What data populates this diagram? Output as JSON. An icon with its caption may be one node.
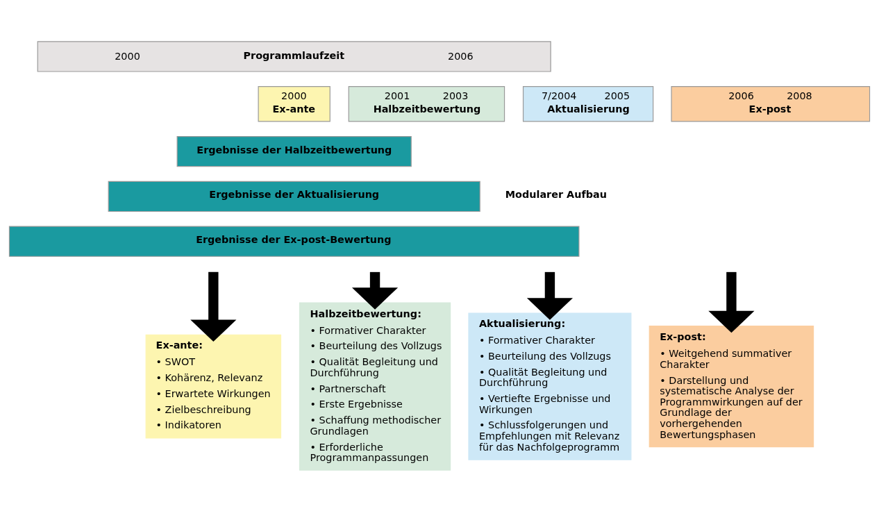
{
  "diagram": {
    "nodes": [
      {
        "text": [
          "2000",
          "Programmlaufzeit",
          "2006"
        ]
      },
      {
        "text": [
          "2000",
          "Ex-ante"
        ]
      },
      {
        "text": [
          "2001",
          "2003",
          "Halbzeitbewertung"
        ]
      },
      {
        "text": [
          "7/2004",
          "2005",
          "Aktualisierung"
        ]
      },
      {
        "text": [
          "2006",
          "2008",
          "Ex-post"
        ]
      },
      {
        "text": [
          "Ergebnisse der Halbzeitbewertung"
        ]
      },
      {
        "text": [
          "Ergebnisse der Aktualisierung"
        ]
      },
      {
        "text": [
          "Ergebnisse der Ex-post-Bewertung"
        ]
      },
      {
        "text": [
          "Ex-ante:",
          "• SWOT",
          "• Kohärenz, Relevanz",
          "• Erwartete Wirkungen",
          "• Zielbeschreibung",
          "• Indikatoren"
        ]
      },
      {
        "text": [
          "Halbzeitbewertung:",
          "• Formativer Charakter",
          "• Beurteilung des Vollzugs",
          "• Qualität Begleitung und Durchführung",
          "• Partnerschaft",
          "• Erste Ergebnisse",
          "• Schaffung methodischer Grundlagen",
          "• Erforderliche Programmanpassungen"
        ]
      },
      {
        "text": [
          "Aktualisierung:",
          "• Formativer Charakter",
          "• Beurteilung des Vollzugs",
          "• Qualität Begleitung und Durchführung",
          "• Vertiefte Ergebnisse und Wirkungen",
          "• Schlussfolgerungen und Empfehlungen mit Relevanz für das Nachfolgeprogramm"
        ]
      },
      {
        "text": [
          "Ex-post:",
          "• Weitgehend summativer Charakter",
          "• Darstellung und systematische Analyse der Programmwirkungen auf der Grundlage der vorhergehenden Bewertungsphasen"
        ]
      }
    ],
    "edges": [
      {
        "from": null,
        "to": 8,
        "arrow": "to"
      },
      {
        "from": null,
        "to": 9,
        "arrow": "to"
      },
      {
        "from": null,
        "to": 10,
        "arrow": "to"
      },
      {
        "from": null,
        "to": 11,
        "arrow": "to"
      }
    ],
    "labels": [
      "Modularer Aufbau"
    ]
  }
}
